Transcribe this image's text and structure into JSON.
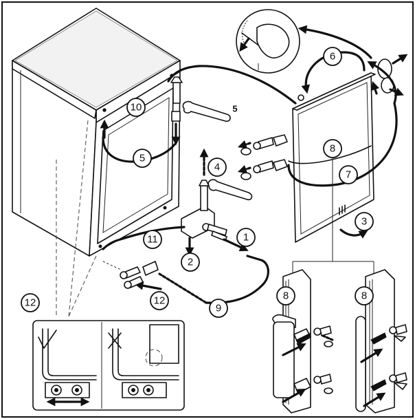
{
  "callouts": {
    "c1": "1",
    "c2": "2",
    "c3": "3",
    "c4": "4",
    "c5": "5",
    "c6": "6",
    "c7": "7",
    "c8_door": "8",
    "c8_handle_left": "8",
    "c8_handle_right": "8",
    "c9": "9",
    "c10": "10",
    "c11": "11",
    "c12_arrow": "12",
    "c12_inset": "12"
  },
  "labels": {
    "wrench_size": "5"
  },
  "icons": {
    "inset_ok": "check-mark-icon",
    "inset_wrong": "cross-mark-icon",
    "direction": "arrow-icon"
  }
}
